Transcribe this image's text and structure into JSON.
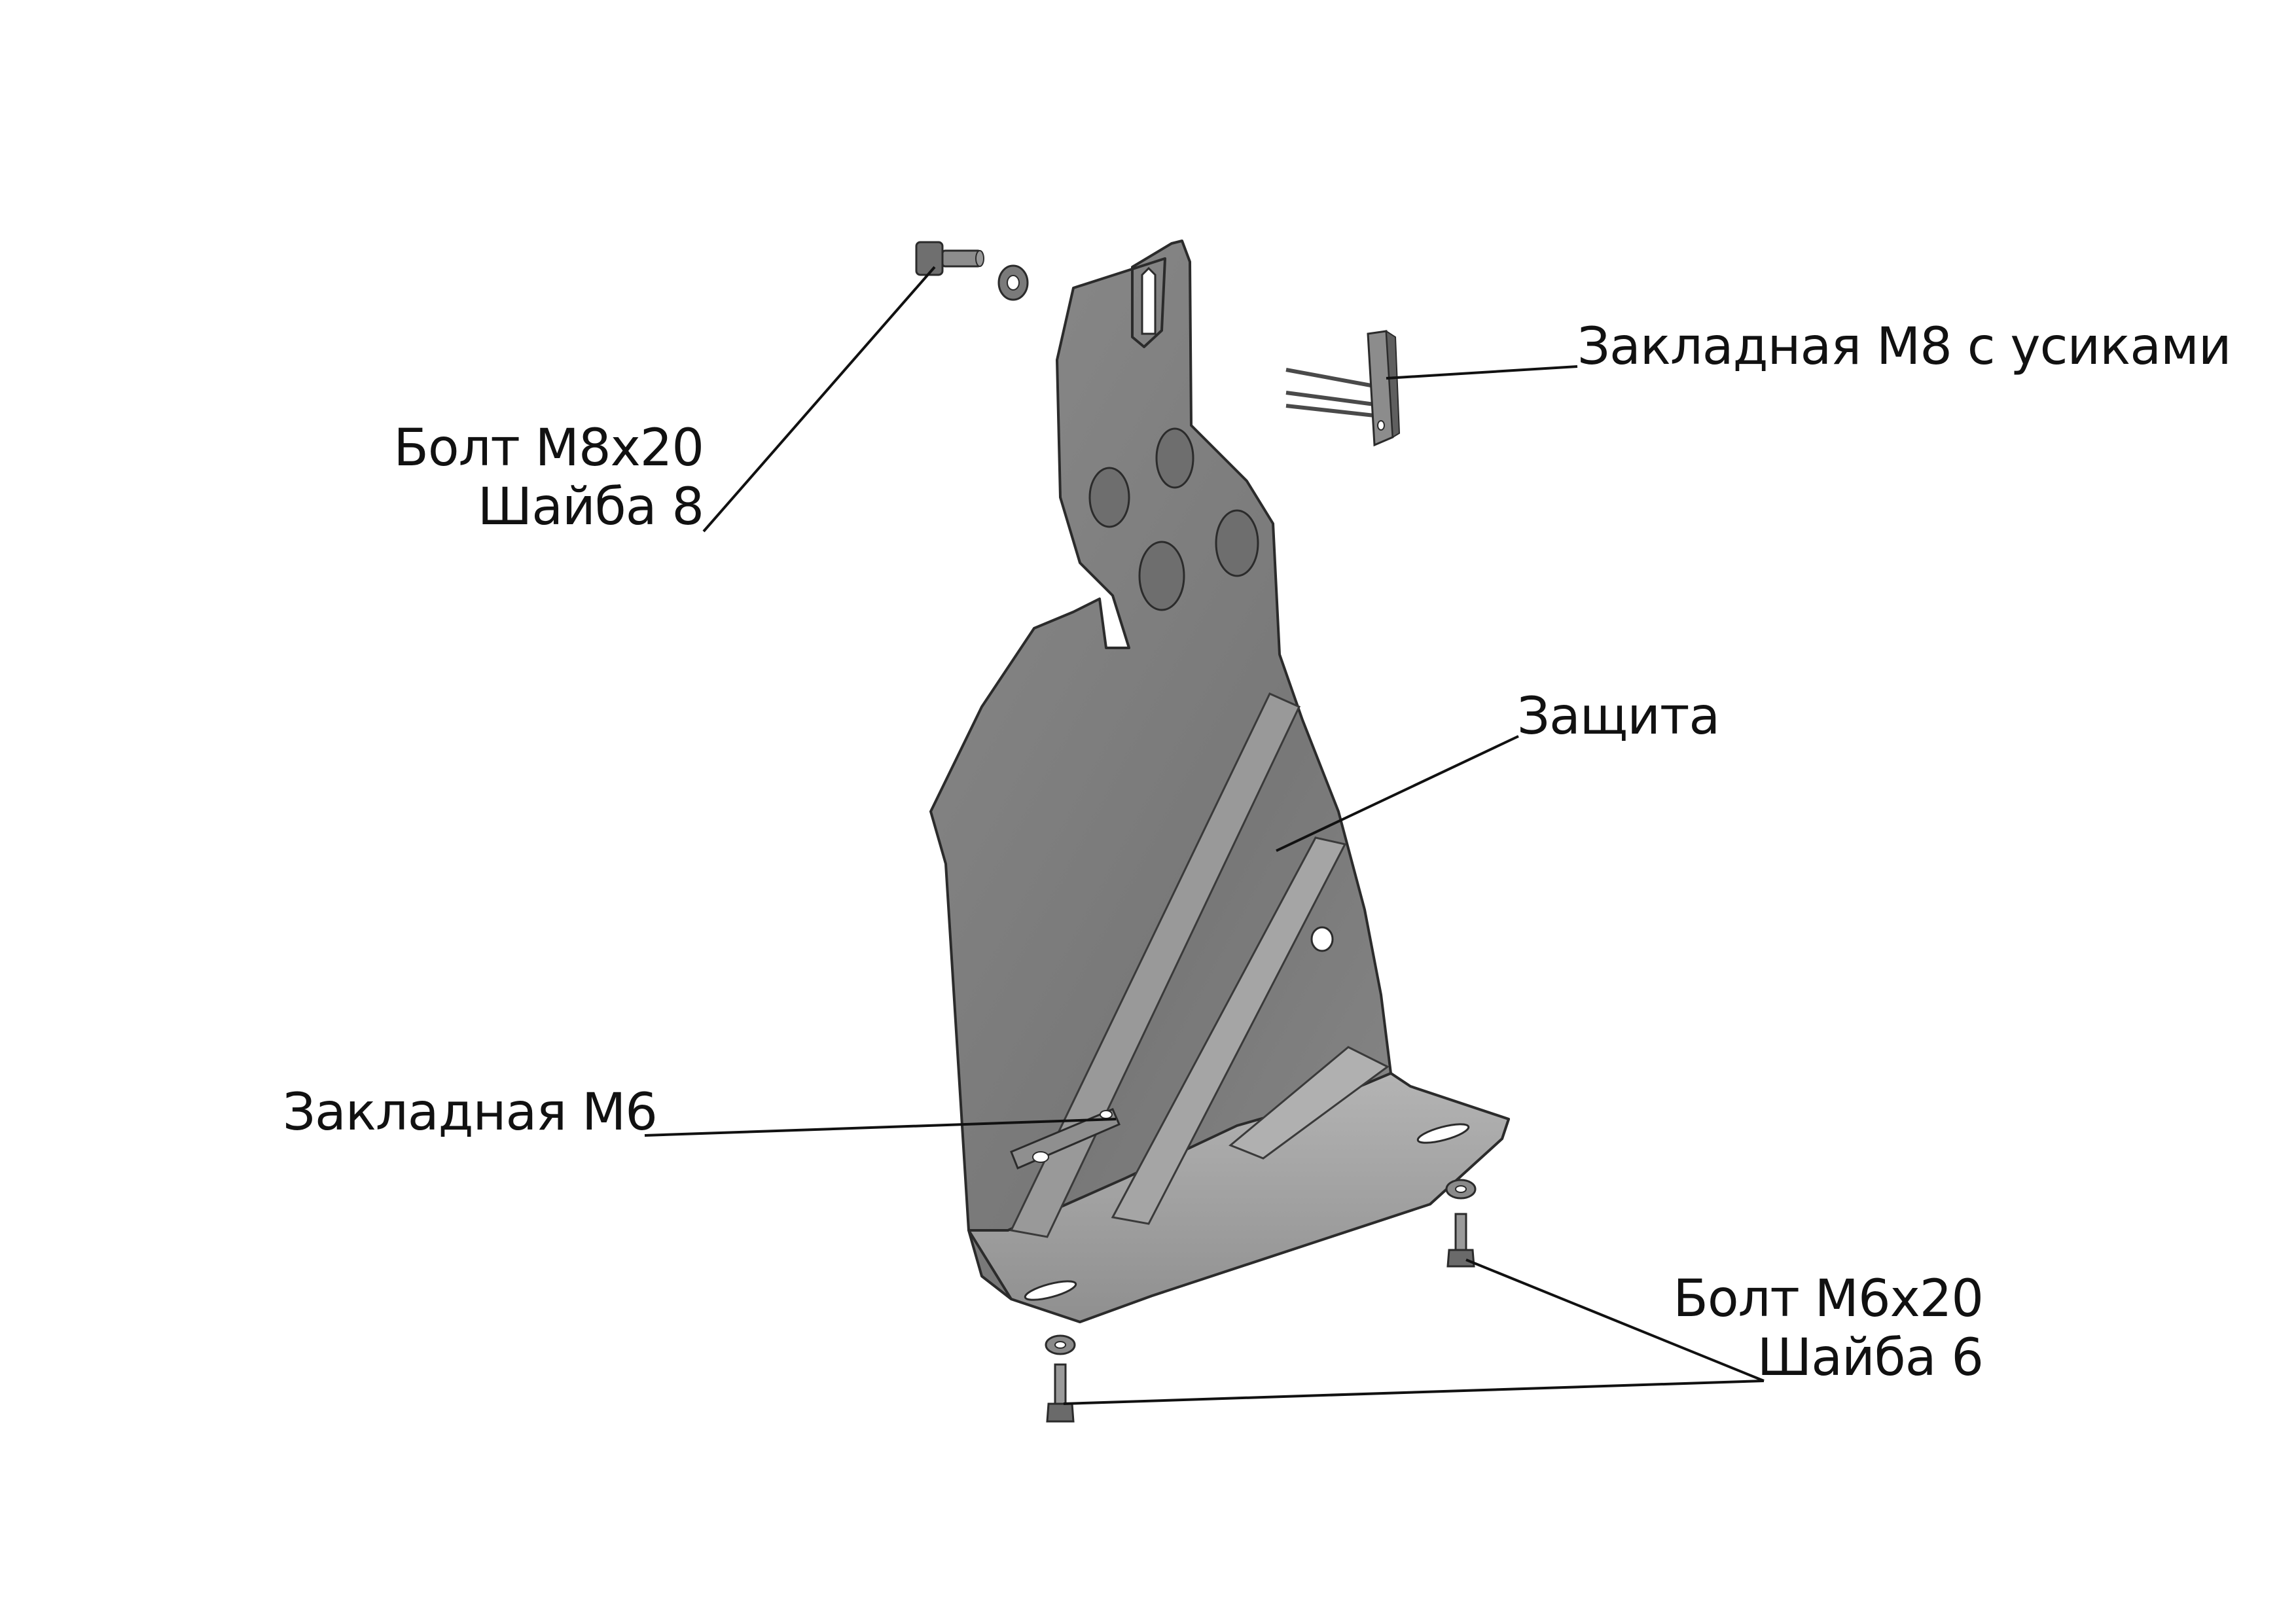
{
  "labels": {
    "bolt_m8": [
      "Болт M8x20",
      "Шайба 8"
    ],
    "insert_m8": "Закладная M8 с усиками",
    "guard": "Защита",
    "insert_m6": "Закладная M6",
    "bolt_m6": [
      "Болт M6x20",
      "Шайба 6"
    ]
  },
  "colors": {
    "plate_fill": "#7d7d7d",
    "plate_light": "#a9a9a9",
    "plate_flange": "#9b9b9b",
    "outline": "#2b2b2b",
    "leader": "#111111"
  }
}
